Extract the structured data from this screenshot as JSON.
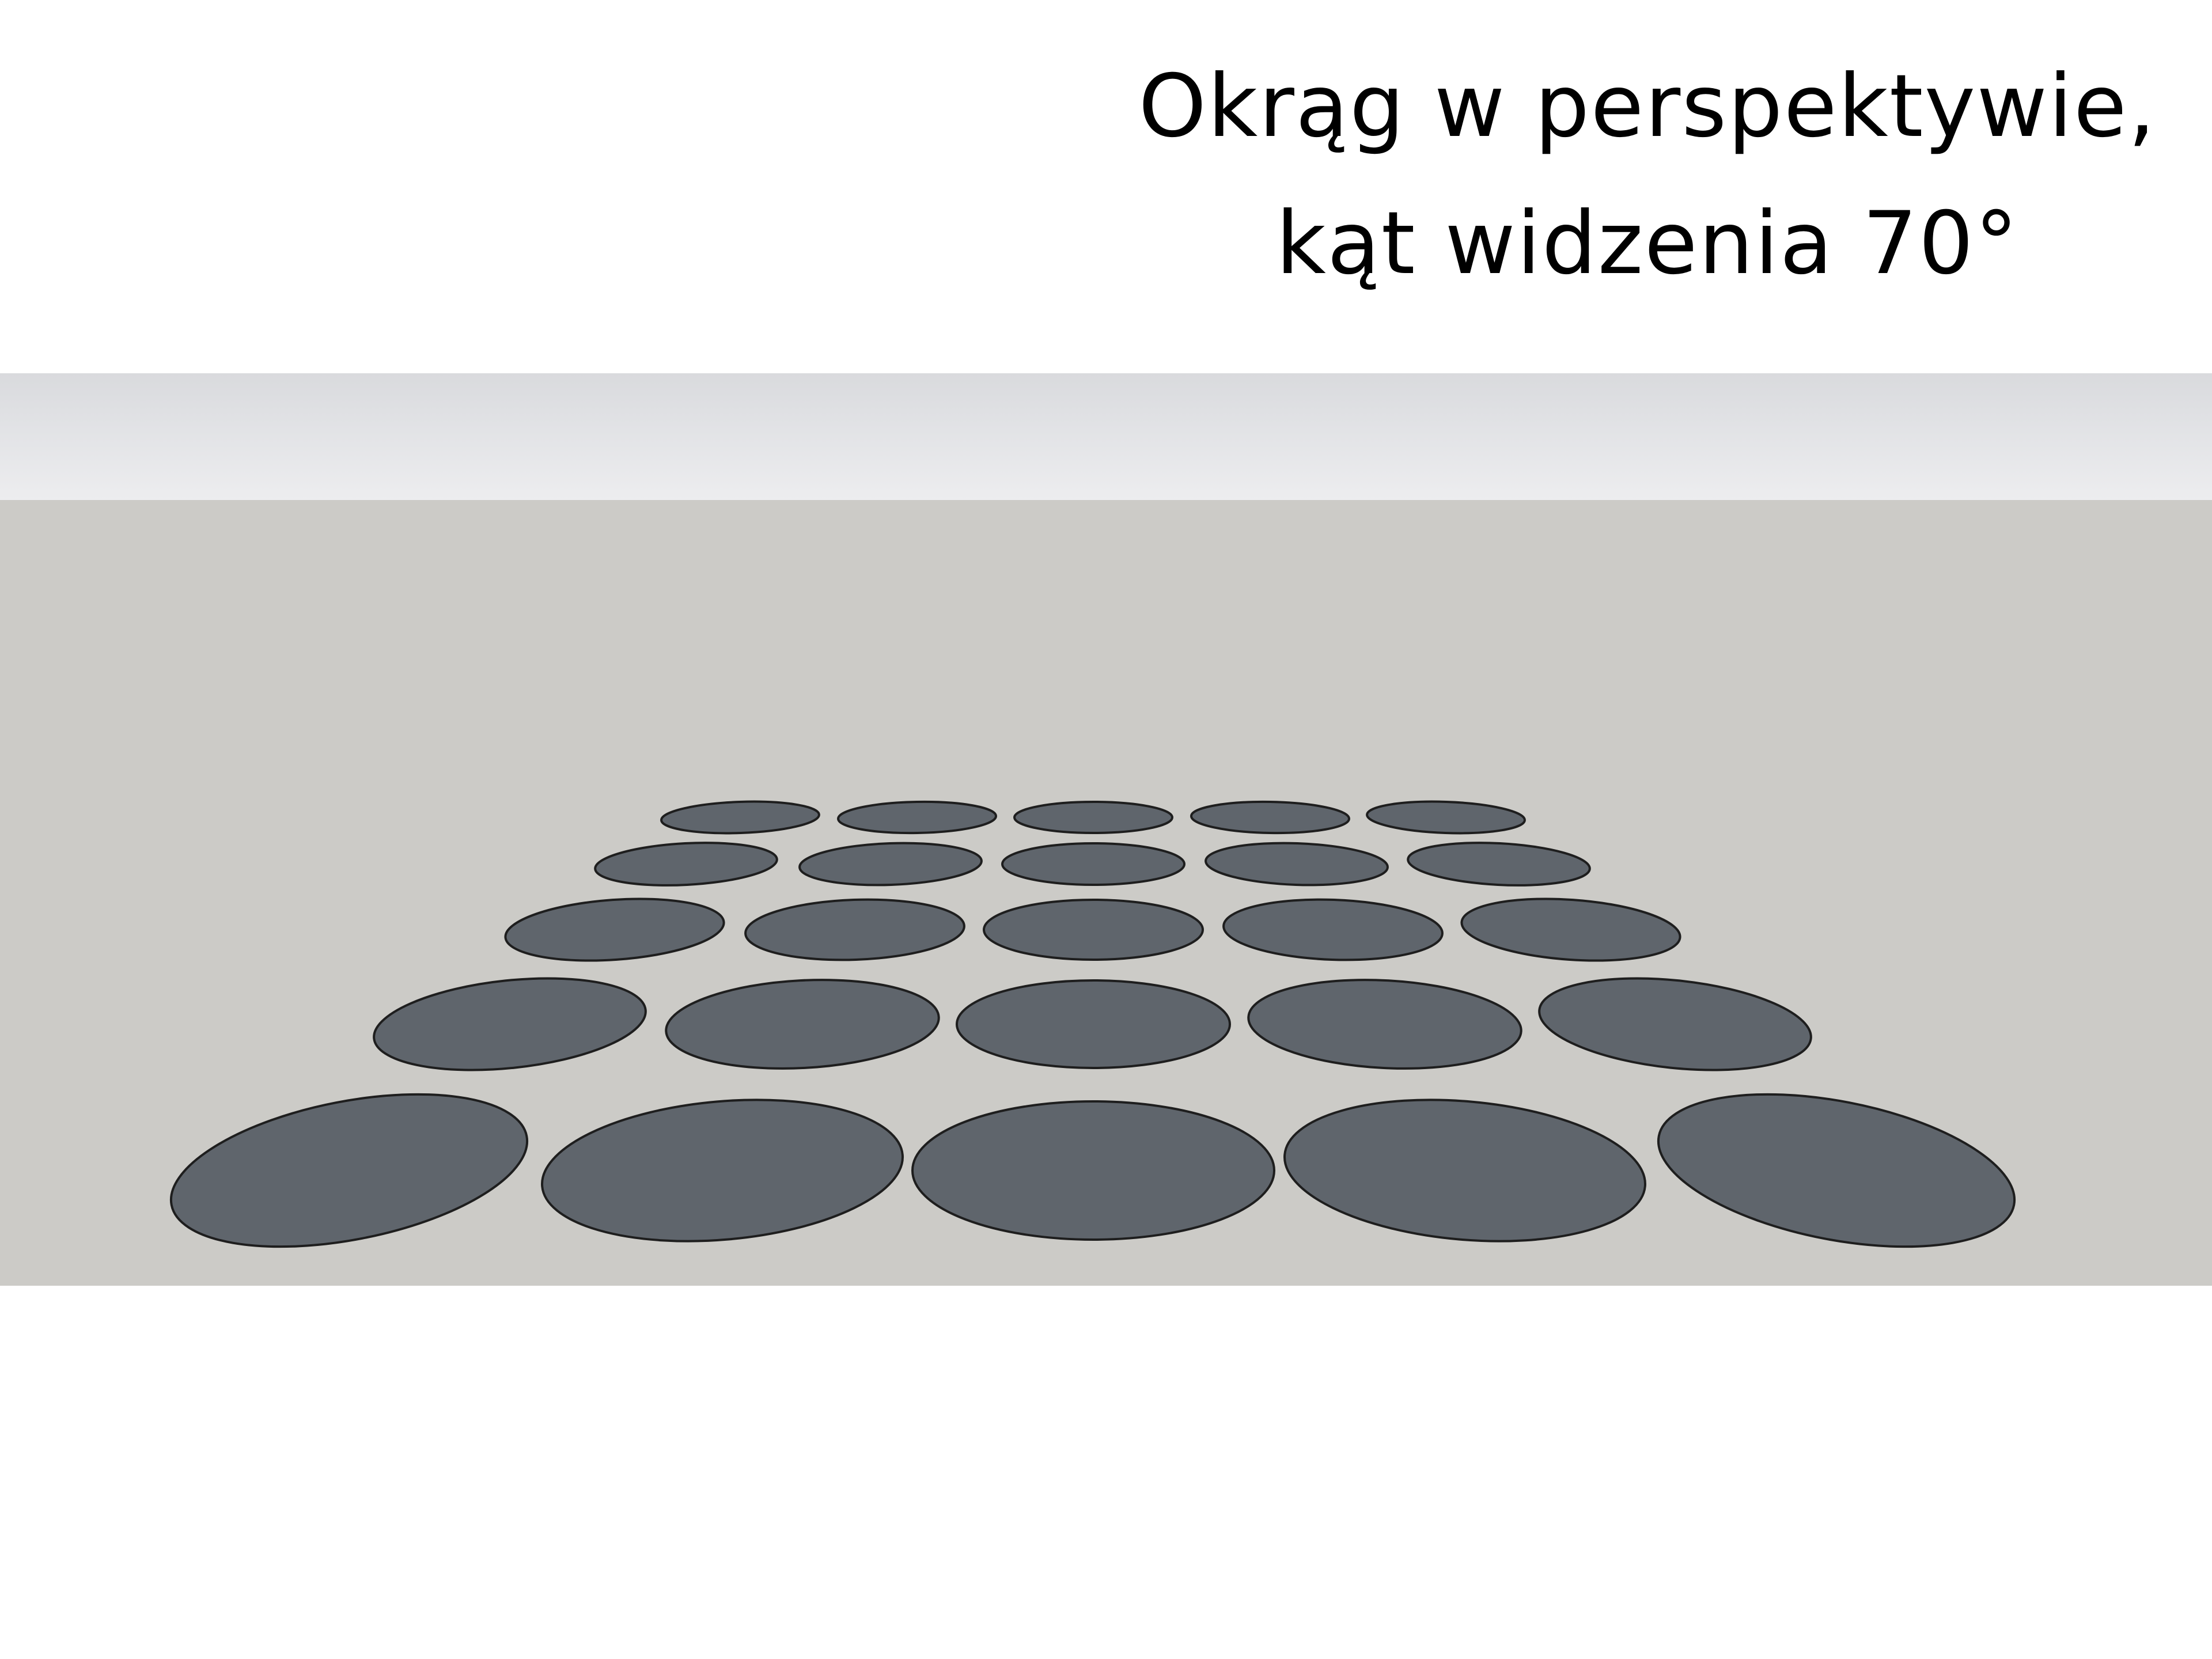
{
  "title": {
    "line1": "Okrąg w perspektywie,",
    "line2": "kąt widzenia 70°"
  },
  "colors": {
    "background": "#ffffff",
    "sky": "#e2e3e6",
    "ground": "#cccbc7",
    "disc_fill": "#5f656c",
    "disc_stroke": "#1e1e1e"
  },
  "grid": {
    "rows": 5,
    "columns": 5
  }
}
